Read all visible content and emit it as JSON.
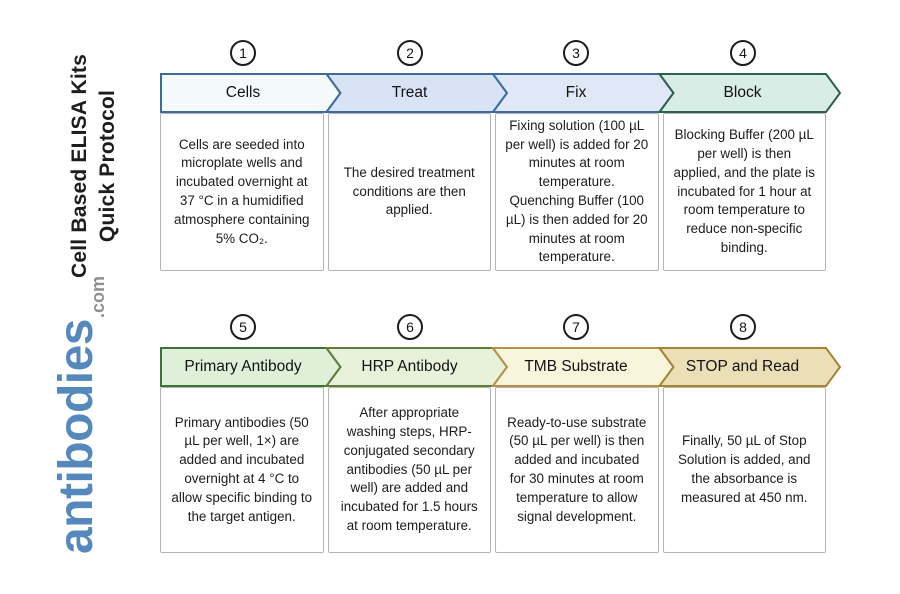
{
  "title": {
    "line1": "Cell Based ELISA Kits",
    "line2": "Quick Protocol"
  },
  "logo": {
    "brand": "antibodies",
    "tld": ".com",
    "brand_color": "#5589BC",
    "tld_color": "#8F8F8F"
  },
  "steps": [
    {
      "number": "1",
      "label": "Cells",
      "description": "Cells are seeded into microplate wells and incubated overnight at 37 °C in a humidified atmosphere containing 5% CO₂.",
      "fill": "#F4F9FC",
      "border": "#3C6C9E"
    },
    {
      "number": "2",
      "label": "Treat",
      "description": "The desired treatment conditions are then applied.",
      "fill": "#D9E3F6",
      "border": "#3C6C9E"
    },
    {
      "number": "3",
      "label": "Fix",
      "description": "Fixing solution (100 µL per well) is added for 20 minutes at room temperature. Quenching Buffer (100 µL) is then added for 20 minutes at room temperature.",
      "fill": "#E0E8F7",
      "border": "#3C6C9E"
    },
    {
      "number": "4",
      "label": "Block",
      "description": "Blocking Buffer (200 µL per well) is then applied, and the plate is incubated for 1 hour at room temperature to reduce non-specific binding.",
      "fill": "#D7EDE5",
      "border": "#2D5F52"
    },
    {
      "number": "5",
      "label": "Primary Antibody",
      "description": "Primary antibodies (50 µL per well, 1×) are added and incubated overnight at 4 °C to allow specific binding to the target antigen.",
      "fill": "#DFF0D9",
      "border": "#3E7137"
    },
    {
      "number": "6",
      "label": "HRP Antibody",
      "description": "After appropriate washing steps, HRP-conjugated secondary antibodies (50 µL per well) are added and incubated for 1.5 hours at room temperature.",
      "fill": "#E8F2DB",
      "border": "#5F7C3C"
    },
    {
      "number": "7",
      "label": "TMB Substrate",
      "description": "Ready-to-use substrate (50 µL per well) is then added and incubated for 30 minutes at room temperature to allow signal development.",
      "fill": "#F8F5DC",
      "border": "#B29344"
    },
    {
      "number": "8",
      "label": "STOP and Read",
      "description": "Finally, 50 µL of Stop Solution is added, and the absorbance is measured at 450 nm.",
      "fill": "#EBDFB8",
      "border": "#A28434"
    }
  ]
}
